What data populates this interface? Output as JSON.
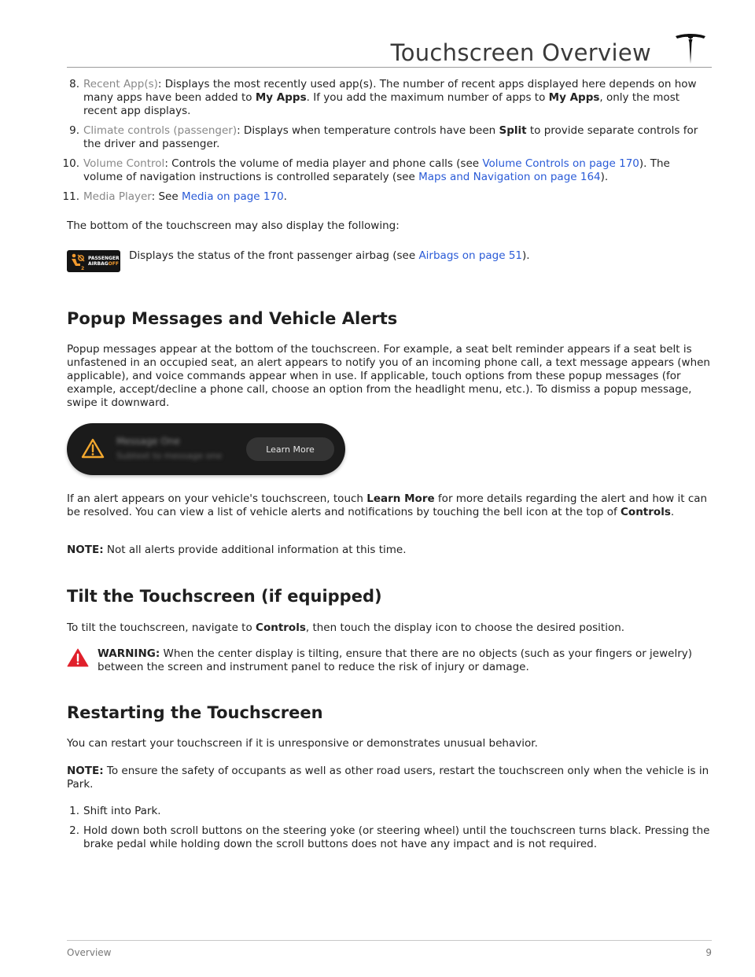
{
  "header": {
    "title": "Touchscreen Overview"
  },
  "list_top": [
    {
      "num": "8.",
      "term": "Recent App(s)",
      "t1": ": Displays the most recently used app(s). The number of recent apps displayed here depends on how many apps have been added to ",
      "b1": "My Apps",
      "t2": ". If you add the maximum number of apps to ",
      "b2": "My Apps",
      "t3": ", only the most recent app displays."
    },
    {
      "num": "9.",
      "term": "Climate controls (passenger)",
      "t1": ": Displays when temperature controls have been ",
      "b1": "Split",
      "t2": " to provide separate controls for the driver and passenger."
    },
    {
      "num": "10.",
      "term": "Volume Control",
      "t1": ": Controls the volume of media player and phone calls (see ",
      "link1": "Volume Controls on page 170",
      "t2": "). The volume of navigation instructions is controlled separately (see ",
      "link2": "Maps and Navigation on page 164",
      "t3": ")."
    },
    {
      "num": "11.",
      "term": "Media Player",
      "t1": ": See ",
      "link1": "Media on page 170",
      "t2": "."
    }
  ],
  "bottom_intro": "The bottom of the touchscreen may also display the following:",
  "airbag": {
    "badge_line1": "PASSENGER",
    "badge_line2a": "AIRBAG",
    "badge_line2b": "OFF",
    "desc_before": "Displays the status of the front passenger airbag (see ",
    "desc_link": "Airbags on page 51",
    "desc_after": ")."
  },
  "popup_section": {
    "heading": "Popup Messages and Vehicle Alerts",
    "para": "Popup messages appear at the bottom of the touchscreen. For example, a seat belt reminder appears if a seat belt is unfastened in an occupied seat, an alert appears to notify you of an incoming phone call, a text message appears (when applicable), and voice commands appear when in use. If applicable, touch options from these popup messages (for example, accept/decline a phone call, choose an option from the headlight menu, etc.). To dismiss a popup message, swipe it downward.",
    "popup_title": "Message One",
    "popup_subtitle": "Subtext to message one",
    "popup_button": "Learn More",
    "alert_p1": "If an alert appears on your vehicle's touchscreen, touch ",
    "alert_b1": "Learn More",
    "alert_p2": " for more details regarding the alert and how it can be resolved. You can view a list of vehicle alerts and notifications by touching the bell icon at the top of ",
    "alert_b2": "Controls",
    "alert_p3": ".",
    "note_label": "NOTE:",
    "note_text": " Not all alerts provide additional information at this time."
  },
  "tilt_section": {
    "heading": "Tilt the Touchscreen (if equipped)",
    "p1": "To tilt the touchscreen, navigate to ",
    "b1": "Controls",
    "p2": ", then touch the display icon to choose the desired position.",
    "warning_label": "WARNING:",
    "warning_text": " When the center display is tilting, ensure that there are no objects (such as your fingers or jewelry) between the screen and instrument panel to reduce the risk of injury or damage."
  },
  "restart_section": {
    "heading": "Restarting the Touchscreen",
    "intro": "You can restart your touchscreen if it is unresponsive or demonstrates unusual behavior.",
    "note_label": "NOTE:",
    "note_text": " To ensure the safety of occupants as well as other road users, restart the touchscreen only when the vehicle is in Park.",
    "steps": [
      {
        "num": "1.",
        "text": "Shift into Park."
      },
      {
        "num": "2.",
        "text": "Hold down both scroll buttons on the steering yoke (or steering wheel) until the touchscreen turns black. Pressing the brake pedal while holding down the scroll buttons does not have any impact and is not required."
      }
    ]
  },
  "footer": {
    "section": "Overview",
    "page": "9"
  },
  "colors": {
    "link": "#2a5bd7",
    "warning_red": "#e0202b",
    "popup_bg": "#1b1b1b",
    "warning_amber": "#f2a72e"
  }
}
